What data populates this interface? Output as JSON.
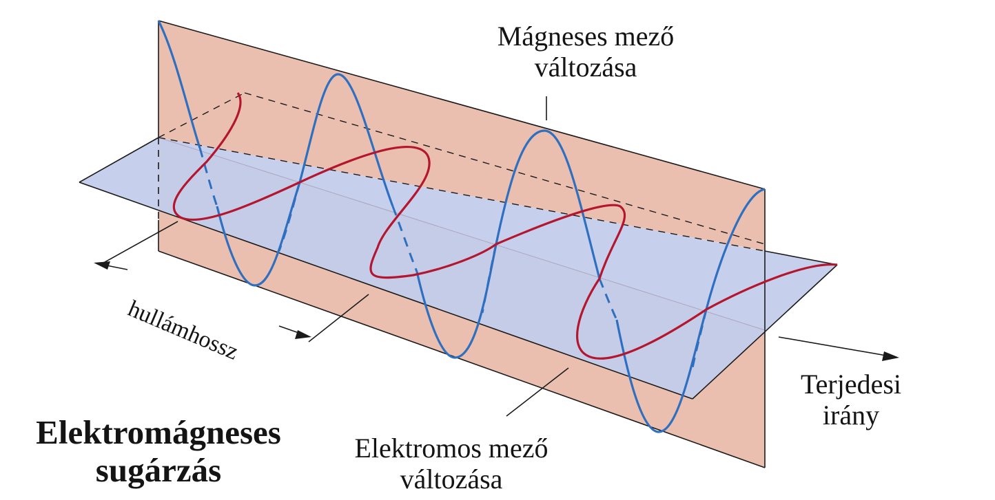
{
  "labels": {
    "magnetic_line1": "Mágneses mező",
    "magnetic_line2": "változása",
    "electric_line1": "Elektromos mező",
    "electric_line2": "változása",
    "direction_line1": "Terjedesi",
    "direction_line2": "irány",
    "title_line1": "Elektromágneses",
    "title_line2": "sugárzás",
    "wavelength": "hullámhossz"
  },
  "colors": {
    "vertical_plane": "#eabfaf",
    "horizontal_plane": "#c3ccea",
    "magnetic_wave": "#2f6fbf",
    "electric_wave": "#b3162e",
    "lines": "#1a1a1a"
  }
}
